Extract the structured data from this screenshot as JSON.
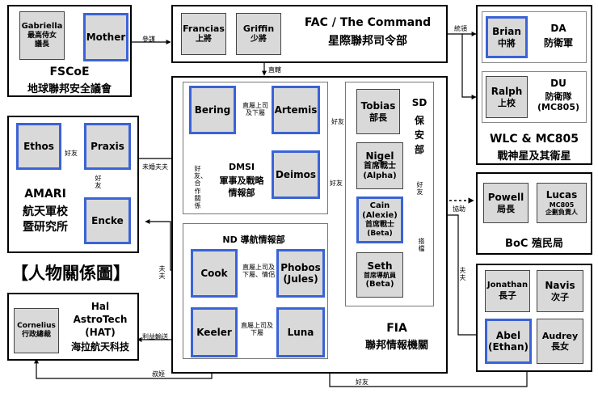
{
  "diagram_title": "【人物關係圖】",
  "groups": {
    "fscoe": {
      "name_en": "FSCoE",
      "name_zh": "地球聯邦安全議會"
    },
    "fac": {
      "name": "FAC / The Command",
      "name_zh": "星際聯邦司令部"
    },
    "wlc": {
      "name": "WLC & MC805",
      "name_zh": "戰神星及其衛星",
      "da": "DA",
      "da_zh": "防衛軍",
      "du": "DU",
      "du_zh": "防衛隊",
      "du_sub": "(MC805)"
    },
    "amari": {
      "name_en": "AMARI",
      "line1": "航天軍校",
      "line2": "暨研究所"
    },
    "dmsi": {
      "name": "DMSI",
      "line1": "軍事及戰略",
      "line2": "情報部"
    },
    "nd": {
      "name": "ND 導航情報部"
    },
    "sd": {
      "name": "SD",
      "line1": "保",
      "line2": "安",
      "line3": "部"
    },
    "fia": {
      "name": "FIA",
      "name_zh": "聯邦情報機關"
    },
    "boc": {
      "name": "BoC 殖民局"
    },
    "hat": {
      "line1": "Hal",
      "line2": "AstroTech",
      "line3": "(HAT)",
      "line4": "海拉航天科技"
    }
  },
  "people": {
    "gabriella": {
      "name": "Gabriella",
      "role1": "最高侍女",
      "role2": "議長"
    },
    "mother": {
      "name": "Mother"
    },
    "francias": {
      "name": "Francias",
      "role": "上將"
    },
    "griffin": {
      "name": "Griffin",
      "role": "少將"
    },
    "brian": {
      "name": "Brian",
      "role": "中將"
    },
    "ralph": {
      "name": "Ralph",
      "role": "上校"
    },
    "ethos": {
      "name": "Ethos"
    },
    "praxis": {
      "name": "Praxis"
    },
    "encke": {
      "name": "Encke"
    },
    "bering": {
      "name": "Bering"
    },
    "artemis": {
      "name": "Artemis"
    },
    "deimos": {
      "name": "Deimos"
    },
    "tobias": {
      "name": "Tobias",
      "role": "部長"
    },
    "nigel": {
      "name": "Nigel",
      "role1": "首席戰士",
      "role2": "(Alpha)"
    },
    "cain": {
      "name": "Cain",
      "name2": "(Alexie)",
      "role1": "首席戰士",
      "role2": "(Beta)"
    },
    "seth": {
      "name": "Seth",
      "role1": "首席導航員",
      "role2": "(Beta)"
    },
    "cook": {
      "name": "Cook"
    },
    "phobos": {
      "name": "Phobos",
      "name2": "(Jules)"
    },
    "keeler": {
      "name": "Keeler"
    },
    "luna": {
      "name": "Luna"
    },
    "powell": {
      "name": "Powell",
      "role": "局長"
    },
    "lucas": {
      "name": "Lucas",
      "role1": "MC805",
      "role2": "企劃負責人"
    },
    "cornelius": {
      "name": "Cornelius",
      "role": "行政總裁"
    },
    "jonathan": {
      "name": "Jonathan",
      "role": "長子"
    },
    "navis": {
      "name": "Navis",
      "role": "次子"
    },
    "abel": {
      "name": "Abel",
      "name2": "(Ethan)"
    },
    "audrey": {
      "name": "Audrey",
      "role": "長女"
    }
  },
  "relations": {
    "advisor": "參謀",
    "command": "統領",
    "direct": "直轄",
    "friend": "好友",
    "fiance": "未婚夫夫",
    "boss_sub": "直屬上司及下屬",
    "friend_coop": "好友、合作關係",
    "husband_husband": "夫夫",
    "boss_sub_love": "直屬上司及下屬、情侶",
    "boss_sub_2": "直屬上司及下屬",
    "partner": "搭檔",
    "assist": "協助",
    "interest": "利益輸送",
    "uncle_nephew": "叔姪"
  }
}
